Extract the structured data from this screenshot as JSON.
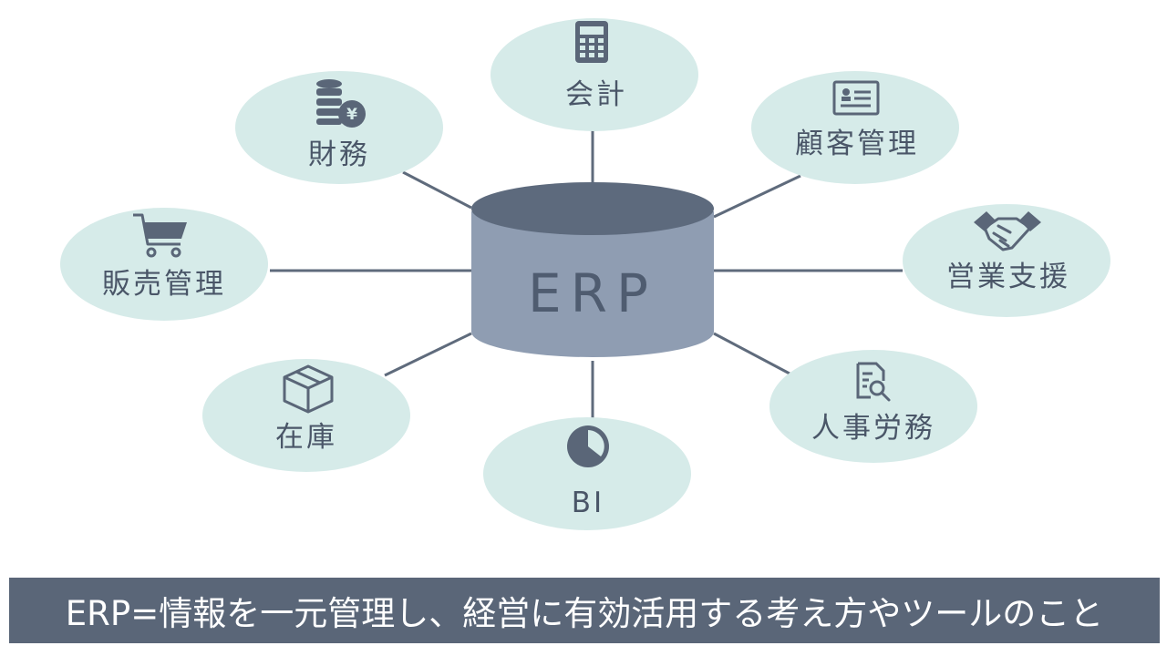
{
  "colors": {
    "node_fill": "#d6ebe9",
    "connector": "#5f6b7c",
    "icon": "#5a6678",
    "db_body": "#8f9db2",
    "db_top": "#5d6a7d",
    "caption_bg": "#5a6678",
    "caption_text": "#ffffff"
  },
  "center": {
    "label": "ERP"
  },
  "nodes": [
    {
      "id": "kaikei",
      "label": "会計",
      "icon": "calculator-icon"
    },
    {
      "id": "kokyaku",
      "label": "顧客管理",
      "icon": "id-card-icon"
    },
    {
      "id": "eigyo",
      "label": "営業支援",
      "icon": "handshake-icon"
    },
    {
      "id": "jinji",
      "label": "人事労務",
      "icon": "document-search-icon"
    },
    {
      "id": "bi",
      "label": "BI",
      "icon": "pie-chart-icon"
    },
    {
      "id": "zaiko",
      "label": "在庫",
      "icon": "box-icon"
    },
    {
      "id": "hanbai",
      "label": "販売管理",
      "icon": "shopping-cart-icon"
    },
    {
      "id": "zaimu",
      "label": "財務",
      "icon": "coins-yen-icon"
    }
  ],
  "caption": "ERP=情報を一元管理し、経営に有効活用する考え方やツールのこと"
}
